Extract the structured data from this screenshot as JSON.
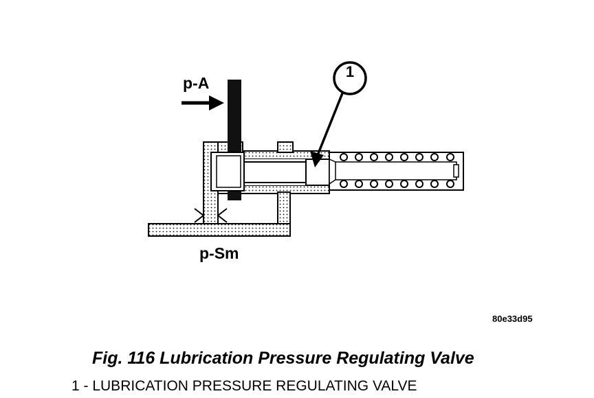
{
  "diagram": {
    "labels": {
      "pressure_a": "p-A",
      "pressure_sm": "p-Sm",
      "callout": "1"
    },
    "image_code": "80e33d95"
  },
  "caption": {
    "title": "Fig. 116 Lubrication Pressure Regulating Valve",
    "legend": [
      {
        "number": "1",
        "text": "1 - LUBRICATION PRESSURE REGULATING VALVE"
      }
    ]
  }
}
